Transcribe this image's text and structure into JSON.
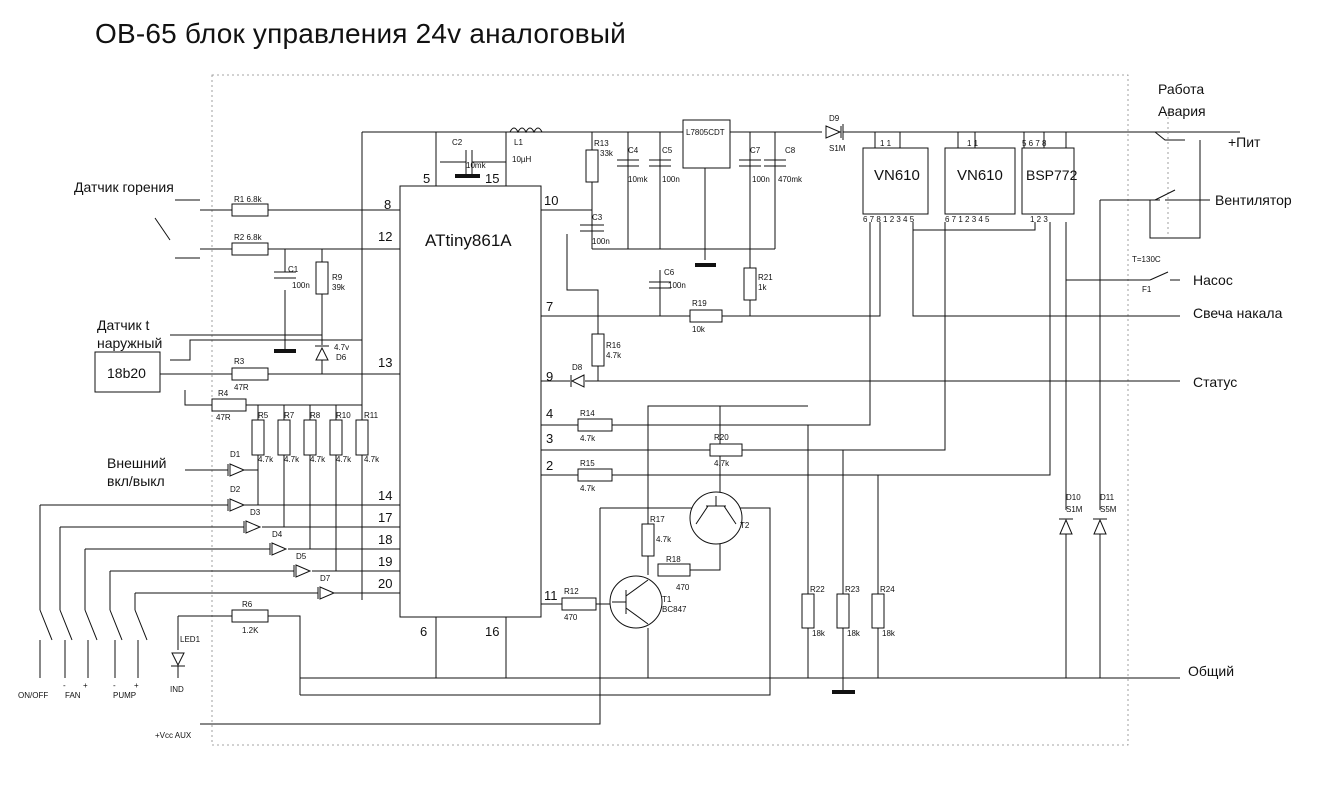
{
  "title": "OB-65 блок управления 24v аналоговый",
  "mcu": {
    "name": "ATtiny861A",
    "pins_left": [
      "8",
      "12",
      "13",
      "14",
      "17",
      "18",
      "19",
      "20"
    ],
    "pins_top": [
      "5",
      "15"
    ],
    "pins_bottom": [
      "6",
      "16"
    ],
    "pins_right": [
      "10",
      "7",
      "9",
      "4",
      "3",
      "2",
      "11"
    ]
  },
  "drivers": [
    {
      "name": "VN610",
      "top_pins": "1 1",
      "pins": "6 7 8 1 2 3 4 5"
    },
    {
      "name": "VN610",
      "top_pins": "1 1",
      "pins": "6 7 1 2 3 4 5"
    },
    {
      "name": "BSP772",
      "top_pins": "5 6 7 8",
      "pins": "1 2 3"
    }
  ],
  "regulator": "L7805CDT",
  "external_labels": {
    "flame_sensor": "Датчик горения",
    "temp_sensor_l1": "Датчик t",
    "temp_sensor_l2": "наружный",
    "temp_chip": "18b20",
    "ext_switch_l1": "Внешний",
    "ext_switch_l2": "вкл/выкл",
    "work": "Работа",
    "fault": "Авария",
    "power": "+Пит",
    "fan": "Вентилятор",
    "thermo": "T=130C",
    "fuse": "F1",
    "pump": "Насос",
    "glow": "Свеча накала",
    "status": "Статус",
    "common": "Общий"
  },
  "connectors": {
    "onoff": "ON/OFF",
    "fan": "FAN",
    "pump": "PUMP",
    "ind": "IND",
    "vcc_aux": "+Vcc AUX",
    "minus": "-",
    "plus": "+"
  },
  "components": [
    {
      "ref": "R1",
      "value": "6.8k"
    },
    {
      "ref": "R2",
      "value": "6.8k"
    },
    {
      "ref": "R3",
      "value": "47R"
    },
    {
      "ref": "R4",
      "value": "47R"
    },
    {
      "ref": "R5",
      "value": "4.7k"
    },
    {
      "ref": "R7",
      "value": "4.7k"
    },
    {
      "ref": "R8",
      "value": "4.7k"
    },
    {
      "ref": "R10",
      "value": "4.7k"
    },
    {
      "ref": "R11",
      "value": "4.7k"
    },
    {
      "ref": "R6",
      "value": "1.2K"
    },
    {
      "ref": "R9",
      "value": "39k"
    },
    {
      "ref": "R12",
      "value": "470"
    },
    {
      "ref": "R13",
      "value": "33k"
    },
    {
      "ref": "R14",
      "value": "4.7k"
    },
    {
      "ref": "R15",
      "value": "4.7k"
    },
    {
      "ref": "R16",
      "value": "4.7k"
    },
    {
      "ref": "R17",
      "value": "4.7k"
    },
    {
      "ref": "R18",
      "value": "470"
    },
    {
      "ref": "R19",
      "value": "10k"
    },
    {
      "ref": "R20",
      "value": "4.7k"
    },
    {
      "ref": "R21",
      "value": "1k"
    },
    {
      "ref": "R22",
      "value": "18k"
    },
    {
      "ref": "R23",
      "value": "18k"
    },
    {
      "ref": "R24",
      "value": "18k"
    },
    {
      "ref": "C1",
      "value": "100n"
    },
    {
      "ref": "C2",
      "value": "10mk"
    },
    {
      "ref": "C3",
      "value": "100n"
    },
    {
      "ref": "C4",
      "value": "10mk"
    },
    {
      "ref": "C5",
      "value": "100n"
    },
    {
      "ref": "C6",
      "value": "100n"
    },
    {
      "ref": "C7",
      "value": "100n"
    },
    {
      "ref": "C8",
      "value": "470mk"
    },
    {
      "ref": "L1",
      "value": "10µH"
    },
    {
      "ref": "D6",
      "value": "4.7v"
    },
    {
      "ref": "D9",
      "value": "S1M"
    },
    {
      "ref": "D10",
      "value": "S1M"
    },
    {
      "ref": "D11",
      "value": "S5M"
    },
    {
      "ref": "T1",
      "value": "BC847"
    },
    {
      "ref": "T2",
      "value": ""
    },
    {
      "ref": "LED1",
      "value": ""
    }
  ],
  "diode_refs": [
    "D1",
    "D2",
    "D3",
    "D4",
    "D5",
    "D7",
    "D8"
  ]
}
